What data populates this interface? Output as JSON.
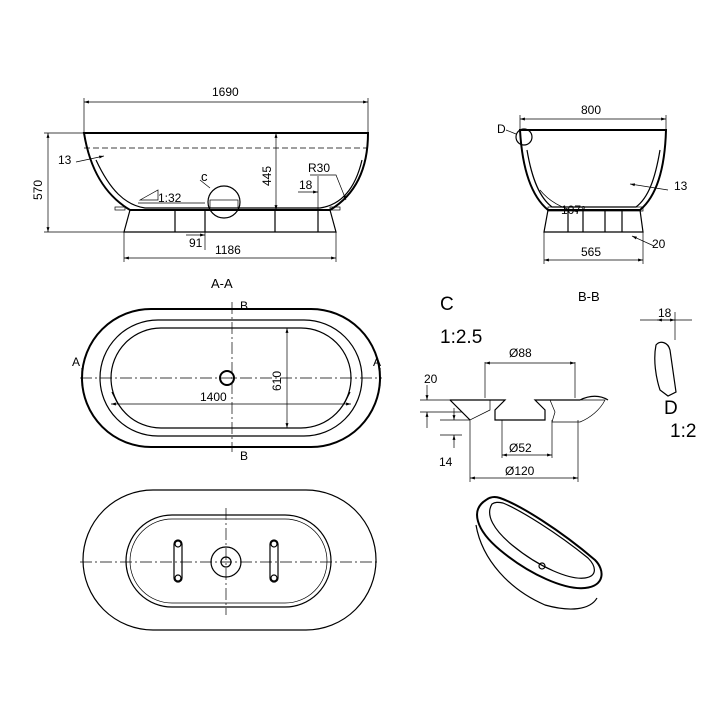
{
  "side_view": {
    "length": "1690",
    "height": "570",
    "depth": "445",
    "wall": "13",
    "radius": "R30",
    "foot_gap": "18",
    "slope": "1:32",
    "drain_label": "c",
    "drain_offset": "91",
    "base_length": "1186"
  },
  "end_view": {
    "width": "800",
    "detail_ref": "D",
    "angle": "107°",
    "wall": "13",
    "rim": "20",
    "base_width": "565"
  },
  "plan_view": {
    "section_title": "A-A",
    "section_a_left": "A",
    "section_a_right": "A",
    "section_b_top": "B",
    "section_b_bottom": "B",
    "inner_length": "1400",
    "inner_width": "610"
  },
  "detail_c": {
    "title": "C",
    "scale": "1:2.5",
    "section_label": "B-B",
    "outer_dia": "Ø88",
    "inner_dia": "Ø52",
    "base_dia": "Ø120",
    "rim_height": "20",
    "thickness": "14"
  },
  "detail_d": {
    "dimension": "18",
    "title": "D",
    "scale": "1:2"
  }
}
